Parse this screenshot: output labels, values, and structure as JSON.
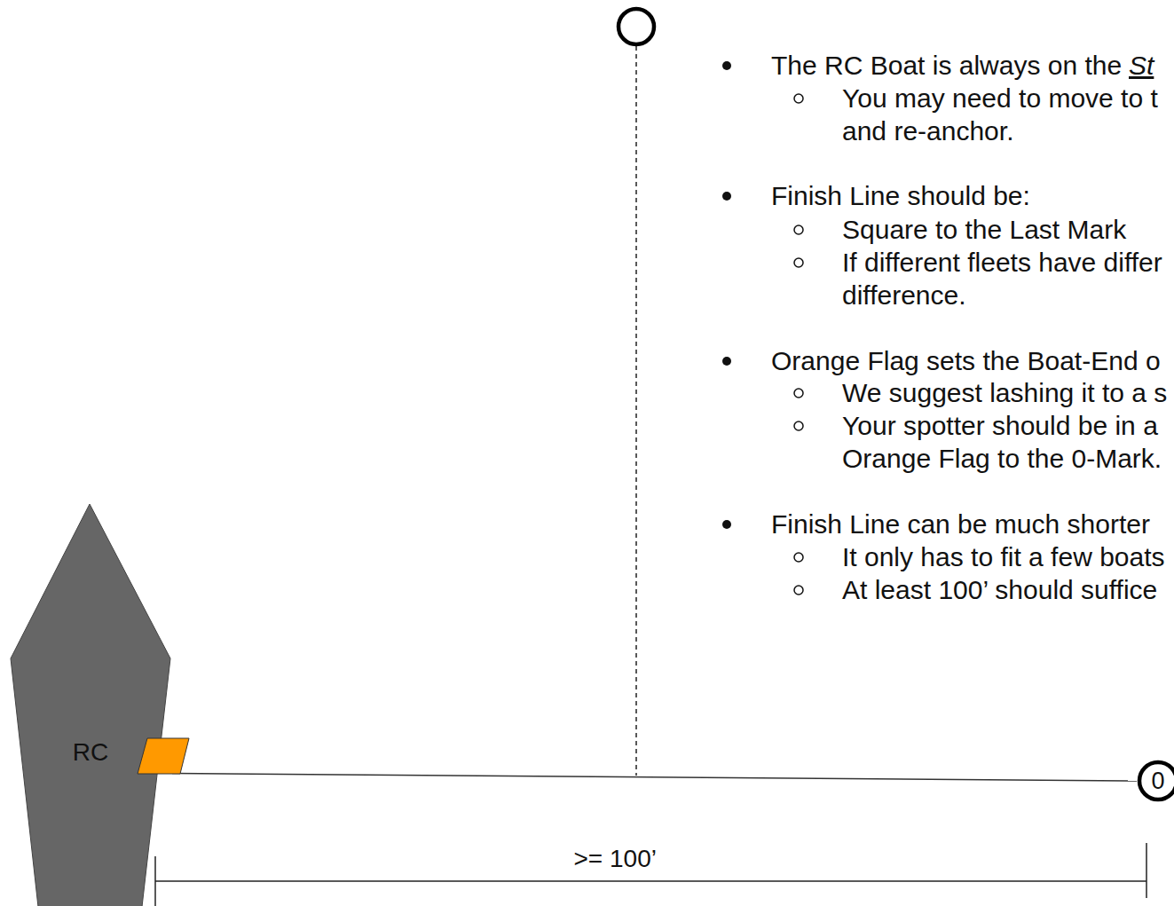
{
  "diagram": {
    "nodes": [
      {
        "text": [
          "RC"
        ]
      },
      {
        "text": [
          "0"
        ]
      }
    ],
    "edges": [
      {
        "from": 0,
        "to": 1,
        "arrow": "none"
      }
    ],
    "labels": [
      "The RC Boat is always on the",
      "St",
      "You may need to move to t and re-anchor.",
      "Finish Line should be:",
      "Square to the Last Mark",
      "If different fleets have differ difference.",
      "Orange Flag sets the Boat-End o",
      "We suggest lashing it to a s",
      "Your spotter should be in a Orange Flag to the 0-Mark.",
      "Finish Line can be much shorter",
      "It only has to fit a few boats",
      "At least 100’ should suffice",
      ">= 100’"
    ]
  }
}
